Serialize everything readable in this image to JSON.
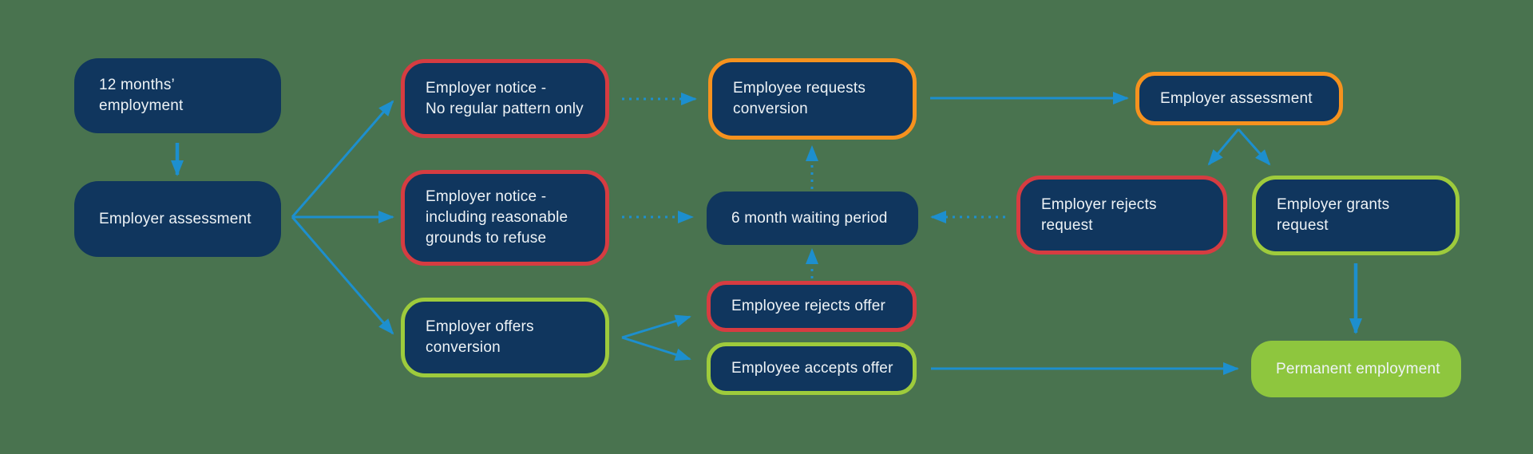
{
  "colors": {
    "background": "#49734f",
    "node_fill_navy": "#10365e",
    "border_red": "#d63c41",
    "border_orange": "#f6921e",
    "border_green": "#9ecb3c",
    "fill_green": "#8ec63e",
    "arrow_blue": "#1d8fce",
    "text": "#eef3f6"
  },
  "nodes": [
    {
      "id": "twelve-months-employment",
      "label": "12 months’ employment",
      "style": "navy"
    },
    {
      "id": "employer-assessment-initial",
      "label": "Employer assessment",
      "style": "navy"
    },
    {
      "id": "employer-notice-no-regular-pattern",
      "label": "Employer notice -\nNo regular pattern only",
      "style": "red-border"
    },
    {
      "id": "employer-notice-reasonable-grounds",
      "label": "Employer notice -\nincluding reasonable\ngrounds to refuse",
      "style": "red-border"
    },
    {
      "id": "employer-offers-conversion",
      "label": "Employer offers\nconversion",
      "style": "green-border"
    },
    {
      "id": "employee-requests-conversion",
      "label": "Employee requests\nconversion",
      "style": "orange-border"
    },
    {
      "id": "six-month-waiting-period",
      "label": "6 month waiting period",
      "style": "navy"
    },
    {
      "id": "employee-rejects-offer",
      "label": "Employee rejects offer",
      "style": "red-border"
    },
    {
      "id": "employee-accepts-offer",
      "label": "Employee accepts offer",
      "style": "green-border"
    },
    {
      "id": "employer-assessment-request",
      "label": "Employer assessment",
      "style": "orange-border"
    },
    {
      "id": "employer-rejects-request",
      "label": "Employer rejects\nrequest",
      "style": "red-border"
    },
    {
      "id": "employer-grants-request",
      "label": "Employer grants\nrequest",
      "style": "green-border"
    },
    {
      "id": "permanent-employment",
      "label": "Permanent employment",
      "style": "green-fill"
    }
  ],
  "edges": [
    {
      "from": "twelve-months-employment",
      "to": "employer-assessment-initial",
      "style": "solid"
    },
    {
      "from": "employer-assessment-initial",
      "to": "employer-notice-no-regular-pattern",
      "style": "solid"
    },
    {
      "from": "employer-assessment-initial",
      "to": "employer-notice-reasonable-grounds",
      "style": "solid"
    },
    {
      "from": "employer-assessment-initial",
      "to": "employer-offers-conversion",
      "style": "solid"
    },
    {
      "from": "employer-notice-no-regular-pattern",
      "to": "employee-requests-conversion",
      "style": "dotted"
    },
    {
      "from": "employer-notice-reasonable-grounds",
      "to": "six-month-waiting-period",
      "style": "dotted"
    },
    {
      "from": "employee-requests-conversion",
      "to": "employer-assessment-request",
      "style": "solid"
    },
    {
      "from": "six-month-waiting-period",
      "to": "employee-requests-conversion",
      "style": "dotted"
    },
    {
      "from": "employer-assessment-request",
      "to": "employer-rejects-request",
      "style": "solid"
    },
    {
      "from": "employer-assessment-request",
      "to": "employer-grants-request",
      "style": "solid"
    },
    {
      "from": "employer-rejects-request",
      "to": "six-month-waiting-period",
      "style": "dotted"
    },
    {
      "from": "employer-offers-conversion",
      "to": "employee-rejects-offer",
      "style": "solid"
    },
    {
      "from": "employer-offers-conversion",
      "to": "employee-accepts-offer",
      "style": "solid"
    },
    {
      "from": "employee-rejects-offer",
      "to": "six-month-waiting-period",
      "style": "dotted"
    },
    {
      "from": "employee-accepts-offer",
      "to": "permanent-employment",
      "style": "solid"
    },
    {
      "from": "employer-grants-request",
      "to": "permanent-employment",
      "style": "solid"
    }
  ]
}
